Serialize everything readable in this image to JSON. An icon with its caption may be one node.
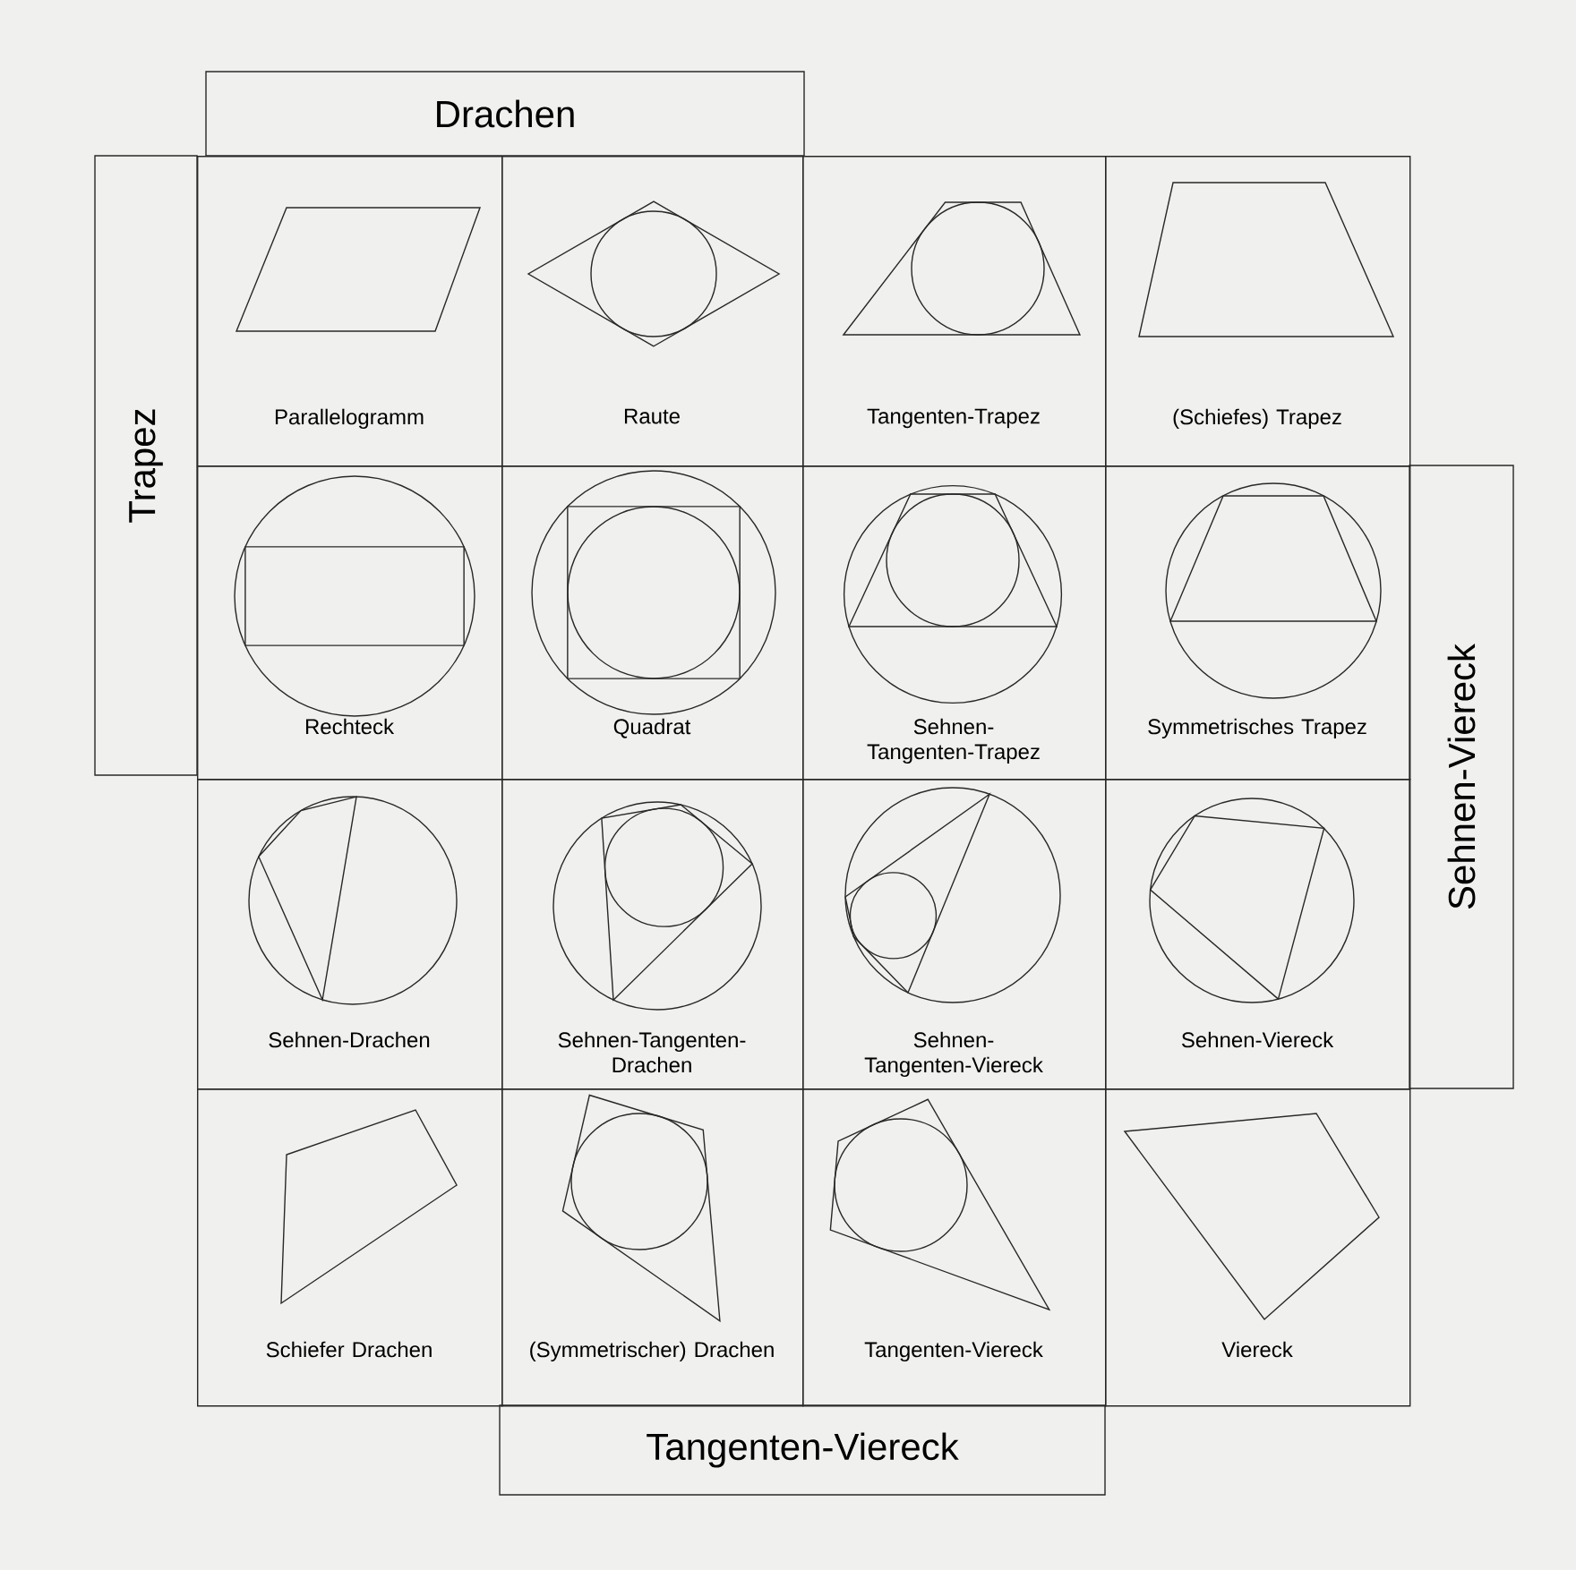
{
  "diagram": {
    "nodes": [
      {
        "text": [
          "Drachen"
        ]
      },
      {
        "text": [
          "Trapez"
        ]
      },
      {
        "text": [
          "Parallelogramm"
        ]
      },
      {
        "text": [
          "Raute"
        ]
      },
      {
        "text": [
          "Tangenten-Trapez"
        ]
      },
      {
        "text": [
          "(Schiefes) Trapez"
        ]
      },
      {
        "text": [
          "Rechteck"
        ]
      },
      {
        "text": [
          "Quadrat"
        ]
      },
      {
        "text": [
          "Sehnen-Tangenten-Trapez"
        ]
      },
      {
        "text": [
          "Symmetrisches Trapez"
        ]
      },
      {
        "text": [
          "Sehnen-Drachen"
        ]
      },
      {
        "text": [
          "Sehnen-Tangenten-Drachen"
        ]
      },
      {
        "text": [
          "Sehnen-Tangenten-Viereck"
        ]
      },
      {
        "text": [
          "Sehnen-Viereck"
        ]
      },
      {
        "text": [
          "Schiefer Drachen"
        ]
      },
      {
        "text": [
          "(Symmetrischer) Drachen"
        ]
      },
      {
        "text": [
          "Tangenten-Viereck"
        ]
      },
      {
        "text": [
          "Viereck"
        ]
      },
      {
        "text": [
          "Sehnen-Viereck"
        ]
      },
      {
        "text": [
          "Tangenten-Viereck"
        ]
      }
    ]
  }
}
